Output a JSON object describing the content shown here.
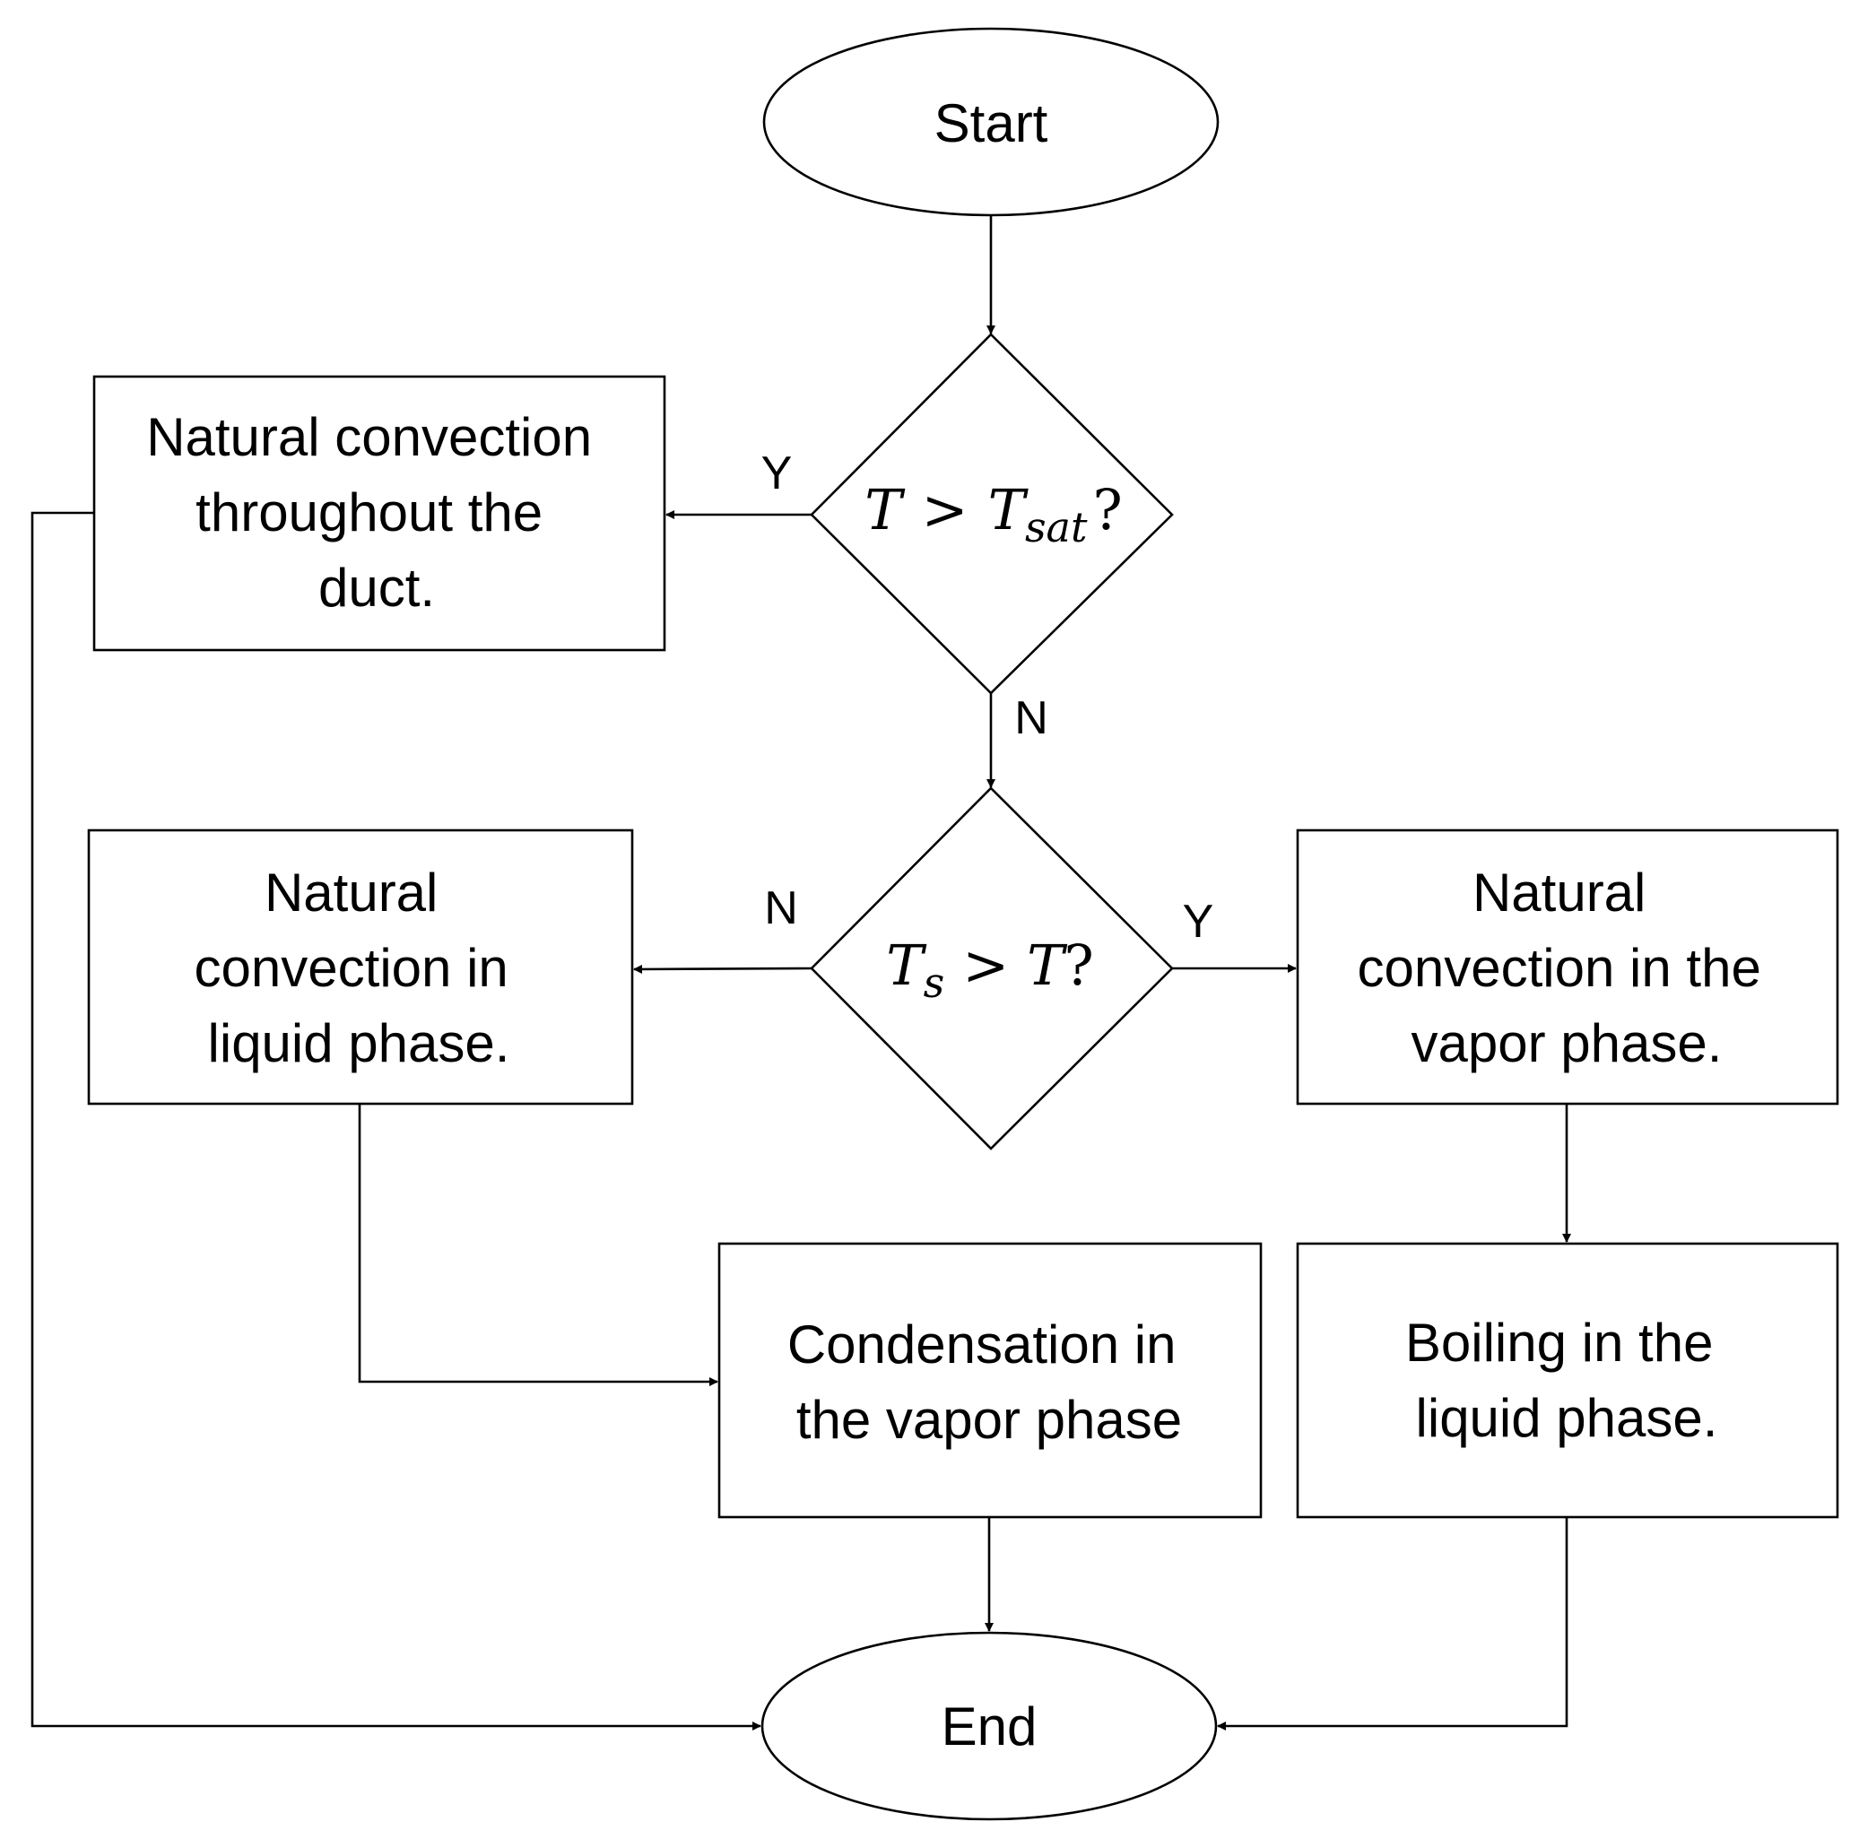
{
  "nodes": {
    "start": {
      "label": "Start"
    },
    "decision1": {
      "var": "T",
      "sym": ">",
      "rhs": "T",
      "sub": "sat",
      "q": "?"
    },
    "decision2": {
      "lhs": "T",
      "sub": "s",
      "sym": ">",
      "rhs": "T",
      "q": "?"
    },
    "convection_duct": {
      "lines": [
        "Natural convection",
        "throughout the",
        "duct."
      ]
    },
    "convection_liquid": {
      "lines": [
        "Natural",
        "convection in",
        "liquid phase."
      ]
    },
    "convection_vapor": {
      "lines": [
        "Natural",
        "convection in the",
        "vapor phase."
      ]
    },
    "condensation": {
      "lines": [
        "Condensation in",
        "the vapor phase"
      ]
    },
    "boiling": {
      "lines": [
        "Boiling in the",
        "liquid phase."
      ]
    },
    "end": {
      "label": "End"
    }
  },
  "branches": {
    "d1_yes": "Y",
    "d1_no": "N",
    "d2_no": "N",
    "d2_yes": "Y"
  }
}
